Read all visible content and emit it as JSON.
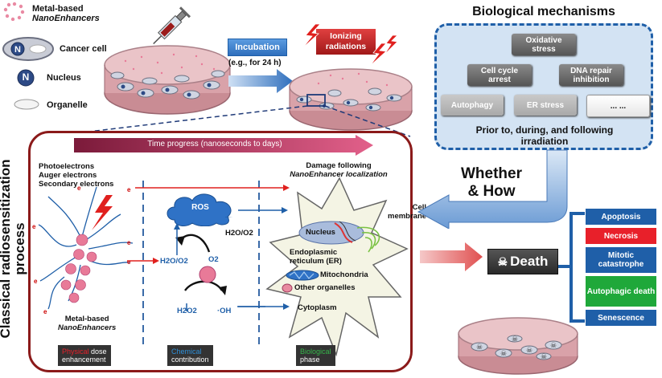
{
  "legend": {
    "nanoenhancer_line1": "Metal-based",
    "nanoenhancer_line2": "NanoEnhancers",
    "cancer_cell": "Cancer cell",
    "nucleus": "Nucleus",
    "organelle": "Organelle",
    "glyph_n": "N"
  },
  "incubation": {
    "label": "Incubation",
    "detail": "(e.g., for 24 h)"
  },
  "ionizing": {
    "line1": "Ionizing",
    "line2": "radiations"
  },
  "bio": {
    "title": "Biological mechanisms",
    "oxidative": [
      "Oxidative",
      "stress"
    ],
    "cell_cycle": [
      "Cell cycle",
      "arrest"
    ],
    "dna_repair": [
      "DNA repair",
      "inhibition"
    ],
    "autophagy": "Autophagy",
    "er_stress": "ER stress",
    "ellipsis": "... ...",
    "footer": [
      "Prior to, during, and following",
      "irradiation"
    ]
  },
  "process": {
    "side_label": [
      "Classical radiosensitization",
      "process"
    ],
    "time_progress": "Time progress (nanoseconds to days)",
    "electrons": [
      "Photoelectrons",
      "Auger electrons",
      "Secondary electrons"
    ],
    "electron_symbol": "e-",
    "damage": [
      "Damage following",
      "NanoEnhancer localization"
    ],
    "cell_membrane": [
      "Cell",
      "membrane"
    ],
    "ros": "ROS",
    "h2o_o2_top": "H2O/O2",
    "h2o_o2_left": "H2O/O2",
    "o2": "O2",
    "h2o2": "H2O2",
    "oh": "·OH",
    "nucleus": "Nucleus",
    "er": [
      "Endoplasmic",
      "reticulum (ER)"
    ],
    "mitochondria": "Mitochondria",
    "other_organelles": "Other organelles",
    "cytoplasm": "Cytoplasm",
    "nano_label": [
      "Metal-based",
      "NanoEnhancers"
    ],
    "tags": {
      "physical": {
        "colored": "Physical",
        "rest1": " dose",
        "line2": "enhancement",
        "color": "#e8202a"
      },
      "chemical": {
        "colored": "Chemical",
        "line2": "contribution",
        "color": "#2e8fd8"
      },
      "biological": {
        "colored": "Biological",
        "line2": "phase",
        "color": "#35b54a"
      }
    }
  },
  "whether_how": [
    "Whether",
    "& How"
  ],
  "death": "Death",
  "outcomes": [
    {
      "label": "Apoptosis",
      "color": "#1f5fa8"
    },
    {
      "label": "Necrosis",
      "color": "#e8202a"
    },
    {
      "label": "Mitotic catastrophe",
      "color": "#1f5fa8"
    },
    {
      "label": "Autophagic death",
      "color": "#1fa83a"
    },
    {
      "label": "Senescence",
      "color": "#1f5fa8"
    }
  ]
}
